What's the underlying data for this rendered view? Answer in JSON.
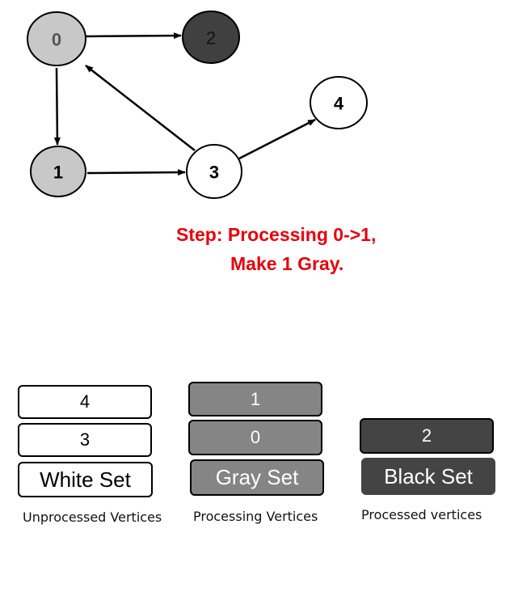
{
  "graph": {
    "nodes": [
      {
        "id": "0",
        "label": "0",
        "fill": "#c8c8c8",
        "text_color": "#555555",
        "bold": true
      },
      {
        "id": "2",
        "label": "2",
        "fill": "#404040",
        "text_color": "#111111",
        "bold": false
      },
      {
        "id": "1",
        "label": "1",
        "fill": "#c8c8c8",
        "text_color": "#000000",
        "bold": true
      },
      {
        "id": "3",
        "label": "3",
        "fill": "#ffffff",
        "text_color": "#000000",
        "bold": true
      },
      {
        "id": "4",
        "label": "4",
        "fill": "#ffffff",
        "text_color": "#000000",
        "bold": true
      }
    ],
    "edges": [
      {
        "from": "0",
        "to": "2"
      },
      {
        "from": "0",
        "to": "1"
      },
      {
        "from": "1",
        "to": "3"
      },
      {
        "from": "3",
        "to": "0"
      },
      {
        "from": "3",
        "to": "4"
      }
    ]
  },
  "step": {
    "line1": "Step: Processing 0->1,",
    "line2": "Make 1 Gray.",
    "color": "#e8000a"
  },
  "sets": {
    "white": {
      "items": [
        "4",
        "3"
      ],
      "title": "White Set",
      "caption": "Unprocessed Vertices",
      "color": "#ffffff"
    },
    "gray": {
      "items": [
        "1",
        "0"
      ],
      "title": "Gray Set",
      "caption": "Processing Vertices",
      "color": "#858585"
    },
    "black": {
      "items": [
        "2"
      ],
      "title": "Black Set",
      "caption": "Processed vertices",
      "color": "#444444"
    }
  }
}
